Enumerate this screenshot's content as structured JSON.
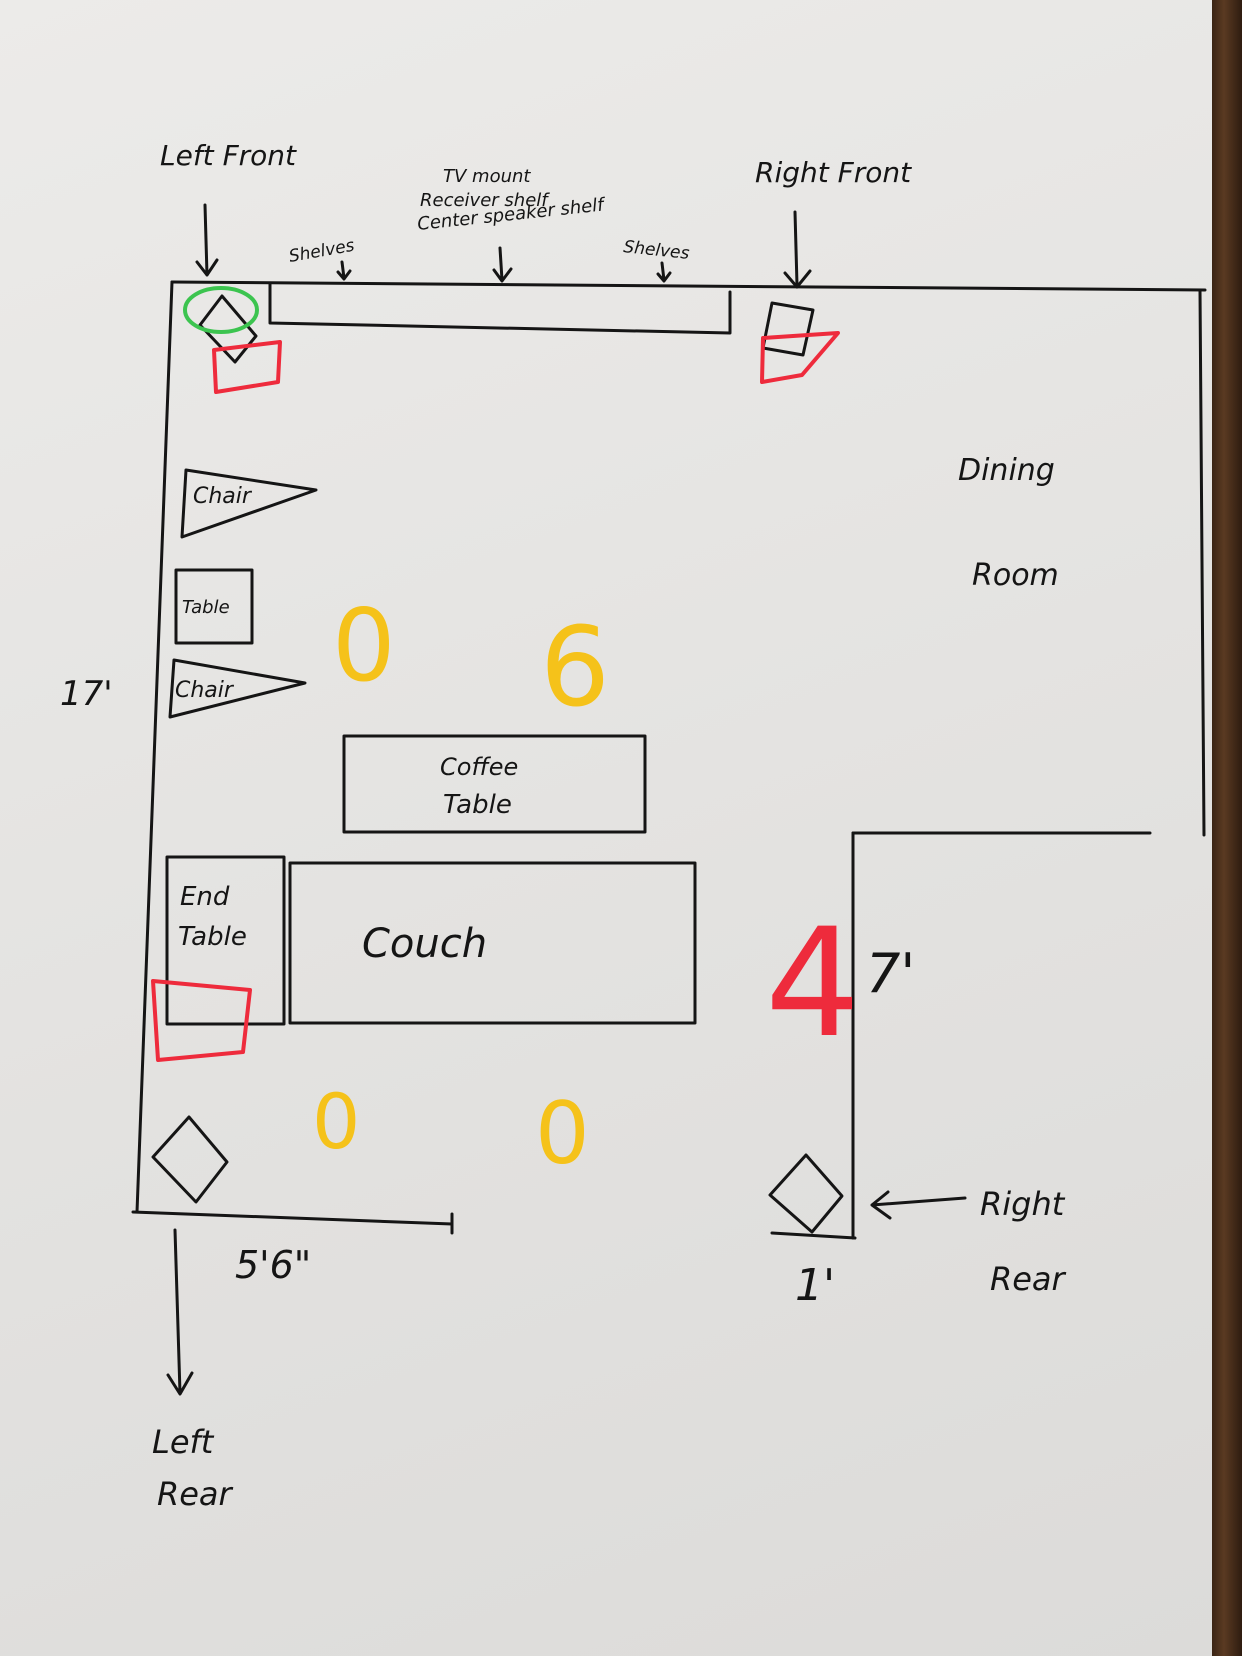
{
  "labels": {
    "left_front": "Left Front",
    "right_front": "Right Front",
    "tv_mount": "TV mount",
    "receiver_shelf": "Receiver shelf",
    "center_speaker_shelf": "Center speaker shelf",
    "shelves_left": "Shelves",
    "shelves_right": "Shelves",
    "dining": "Dining",
    "room": "Room",
    "chair_top": "Chair",
    "table": "Table",
    "chair_bottom": "Chair",
    "coffee": "Coffee",
    "coffee_table": "Table",
    "end": "End",
    "end_table": "Table",
    "couch": "Couch",
    "right_rear_1": "Right",
    "right_rear_2": "Rear",
    "left_rear_1": "Left",
    "left_rear_2": "Rear"
  },
  "dimensions": {
    "left_wall": "17'",
    "bottom_wall": "5'6\"",
    "right_jog": "1'",
    "opening": "7'"
  },
  "speaker_numbers": {
    "front_left_seat": "0",
    "front_right_seat": "6",
    "right_mid": "4",
    "rear_left_seat": "0",
    "rear_right_seat": "0"
  },
  "colors": {
    "ink": "#151515",
    "red_marker": "#ee2b3c",
    "green_marker": "#3cc44f",
    "yellow_marker": "#f5c21a",
    "paper": "#e8e7e5"
  }
}
